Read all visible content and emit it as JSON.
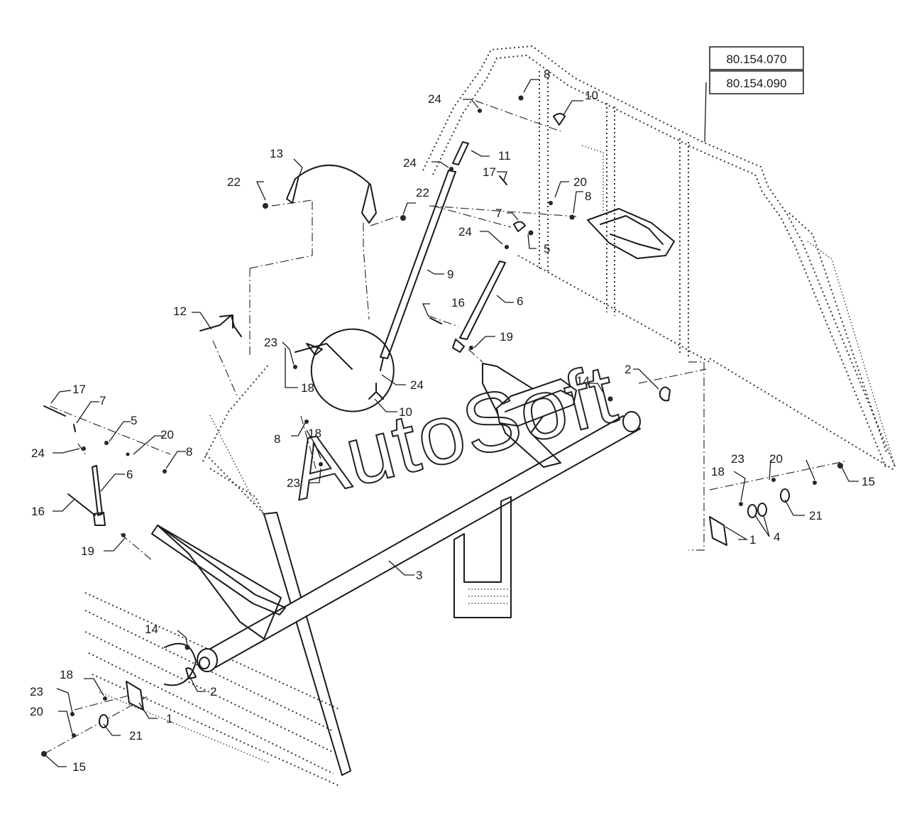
{
  "references": [
    "80.154.070",
    "80.154.090"
  ],
  "watermark": "AutoSoft",
  "callouts": [
    {
      "id": "c-8a",
      "text": "8"
    },
    {
      "id": "c-10a",
      "text": "10"
    },
    {
      "id": "c-24a",
      "text": "24"
    },
    {
      "id": "c-11",
      "text": "11"
    },
    {
      "id": "c-24b",
      "text": "24"
    },
    {
      "id": "c-22a",
      "text": "22"
    },
    {
      "id": "c-13",
      "text": "13"
    },
    {
      "id": "c-22b",
      "text": "22"
    },
    {
      "id": "c-17a",
      "text": "17"
    },
    {
      "id": "c-20a",
      "text": "20"
    },
    {
      "id": "c-8b",
      "text": "8"
    },
    {
      "id": "c-7a",
      "text": "7"
    },
    {
      "id": "c-24c",
      "text": "24"
    },
    {
      "id": "c-5a",
      "text": "5"
    },
    {
      "id": "c-9",
      "text": "9"
    },
    {
      "id": "c-6a",
      "text": "6"
    },
    {
      "id": "c-16a",
      "text": "16"
    },
    {
      "id": "c-19a",
      "text": "19"
    },
    {
      "id": "c-12",
      "text": "12"
    },
    {
      "id": "c-23a",
      "text": "23"
    },
    {
      "id": "c-18a",
      "text": "18"
    },
    {
      "id": "c-24d",
      "text": "24"
    },
    {
      "id": "c-10b",
      "text": "10"
    },
    {
      "id": "c-14a",
      "text": "14"
    },
    {
      "id": "c-2a",
      "text": "2"
    },
    {
      "id": "c-17b",
      "text": "17"
    },
    {
      "id": "c-7b",
      "text": "7"
    },
    {
      "id": "c-5b",
      "text": "5"
    },
    {
      "id": "c-20b",
      "text": "20"
    },
    {
      "id": "c-24e",
      "text": "24"
    },
    {
      "id": "c-8c",
      "text": "8"
    },
    {
      "id": "c-8d",
      "text": "8"
    },
    {
      "id": "c-18b",
      "text": "18"
    },
    {
      "id": "c-23b",
      "text": "23"
    },
    {
      "id": "c-6b",
      "text": "6"
    },
    {
      "id": "c-16b",
      "text": "16"
    },
    {
      "id": "c-19b",
      "text": "19"
    },
    {
      "id": "c-3",
      "text": "3"
    },
    {
      "id": "c-23c",
      "text": "23"
    },
    {
      "id": "c-20c",
      "text": "20"
    },
    {
      "id": "c-18c",
      "text": "18"
    },
    {
      "id": "c-15a",
      "text": "15"
    },
    {
      "id": "c-21a",
      "text": "21"
    },
    {
      "id": "c-4",
      "text": "4"
    },
    {
      "id": "c-1a",
      "text": "1"
    },
    {
      "id": "c-14b",
      "text": "14"
    },
    {
      "id": "c-2b",
      "text": "2"
    },
    {
      "id": "c-18d",
      "text": "18"
    },
    {
      "id": "c-23d",
      "text": "23"
    },
    {
      "id": "c-20d",
      "text": "20"
    },
    {
      "id": "c-1b",
      "text": "1"
    },
    {
      "id": "c-21b",
      "text": "21"
    },
    {
      "id": "c-15b",
      "text": "15"
    }
  ]
}
